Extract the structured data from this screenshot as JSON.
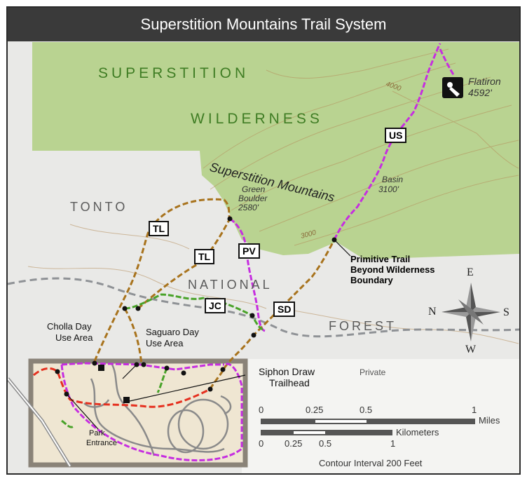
{
  "title": "Superstition Mountains Trail System",
  "areas": {
    "wilderness_line1": "SUPERSTITION",
    "wilderness_line2": "WILDERNESS",
    "tonto": "TONTO",
    "national": "NATIONAL",
    "forest": "FOREST",
    "mountains": "Superstition Mountains",
    "private": "Private"
  },
  "peaks": {
    "flatiron_name": "Flatiron",
    "flatiron_elev": "4592'",
    "basin_name": "Basin",
    "basin_elev": "3100'",
    "green_boulder_line1": "Green",
    "green_boulder_line2": "Boulder",
    "green_boulder_elev": "2580'"
  },
  "contours": {
    "c4000": "4000",
    "c3000": "3000"
  },
  "trail_badges": {
    "us": "US",
    "tl1": "TL",
    "tl2": "TL",
    "pv": "PV",
    "jc": "JC",
    "sd": "SD"
  },
  "places": {
    "primitive_line1": "Primitive Trail",
    "primitive_line2": "Beyond Wilderness",
    "primitive_line3": "Boundary",
    "cholla_line1": "Cholla Day",
    "cholla_line2": "Use Area",
    "saguaro_line1": "Saguaro Day",
    "saguaro_line2": "Use Area",
    "siphon_line1": "Siphon Draw",
    "siphon_line2": "Trailhead",
    "park_line1": "Park",
    "park_line2": "Entrance"
  },
  "compass": {
    "north": "N",
    "south": "S",
    "east": "E",
    "west": "W"
  },
  "scale": {
    "miles_ticks": [
      "0",
      "0.25",
      "0.5",
      "1"
    ],
    "miles_unit": "Miles",
    "km_unit": "Kilometers",
    "km_ticks": [
      "0",
      "0.25",
      "0.5",
      "1"
    ],
    "contour_interval": "Contour Interval 200 Feet"
  },
  "colors": {
    "wilderness": "#b7d48a",
    "trail_tl": "#a8731d",
    "trail_us_pv": "#c62ee0",
    "trail_jc": "#4aa32a",
    "trail_red": "#e5301f",
    "park": "#efe6d2"
  }
}
